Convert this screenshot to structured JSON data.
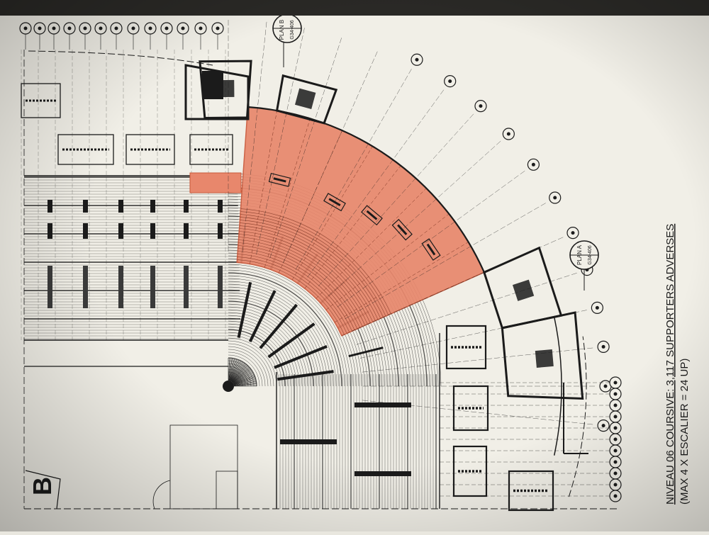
{
  "plan": {
    "caption_line1": "NIVEAU 06 COURSIVE: 3,117 SUPPORTERS ADVERSES",
    "caption_line2": "(MAX 4 X ESCALIER = 24 UP)",
    "section_letter": "B",
    "plan_a_label": "PLAN A",
    "plan_a_ref": "G34-406",
    "plan_b_label": "PLAN B",
    "plan_b_ref": "G34-406"
  },
  "colors": {
    "paper": "#f1efe7",
    "ink": "#1b1b1b",
    "highlight": "#e8876c",
    "highlight_edge": "#c9583a"
  }
}
